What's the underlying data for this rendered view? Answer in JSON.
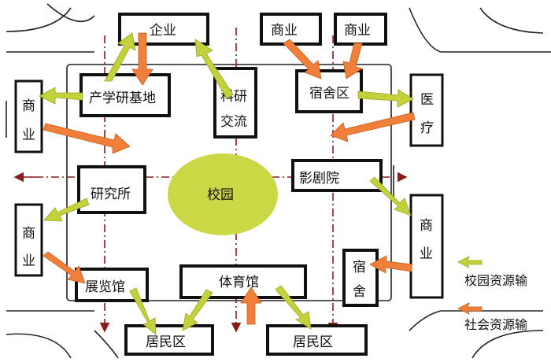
{
  "blocks": {
    "enterprise": "企业",
    "commerce_top_1": "商业",
    "commerce_top_2": "商业",
    "commerce_left_top": [
      "商",
      "业"
    ],
    "commerce_left_bottom": [
      "商",
      "业"
    ],
    "commerce_right": [
      "商",
      "业"
    ],
    "medical": [
      "医",
      "疗"
    ],
    "industry_research_base": "产学研基地",
    "research_exchange": [
      "科研",
      "交流"
    ],
    "dormitory_area": "宿舍区",
    "research_institute": "研究所",
    "campus": "校园",
    "cinema": "影剧院",
    "exhibition_hall": "展览馆",
    "gymnasium": "体育馆",
    "dormitory": [
      "宿",
      "舍"
    ],
    "residential_1": "居民区",
    "residential_2": "居民区"
  },
  "legend": {
    "campus_resource": "校园资源输",
    "social_resource": "社会资源输"
  },
  "colors": {
    "campus_arrow": "#c3d23a",
    "social_arrow": "#f07f3a",
    "campus_ellipse": "#cbd845",
    "road_line": "#8b1a1a"
  }
}
